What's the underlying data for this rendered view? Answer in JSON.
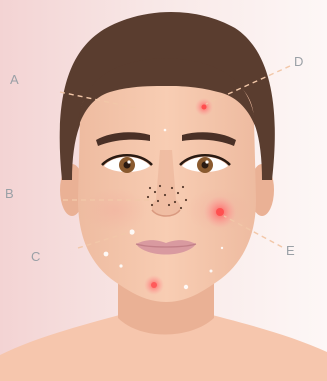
{
  "labels": {
    "a": "A",
    "b": "B",
    "c": "C",
    "d": "D",
    "e": "E"
  },
  "colors": {
    "background_left": "#f3d3d3",
    "background_right": "#fdf7f6",
    "skin": "#f6c8ad",
    "skin_shadow": "#eab195",
    "hair": "#5a3d2f",
    "lips": "#d99aa0",
    "leader_line": "#f2c7a8",
    "blemish": "#ff6b6b"
  }
}
